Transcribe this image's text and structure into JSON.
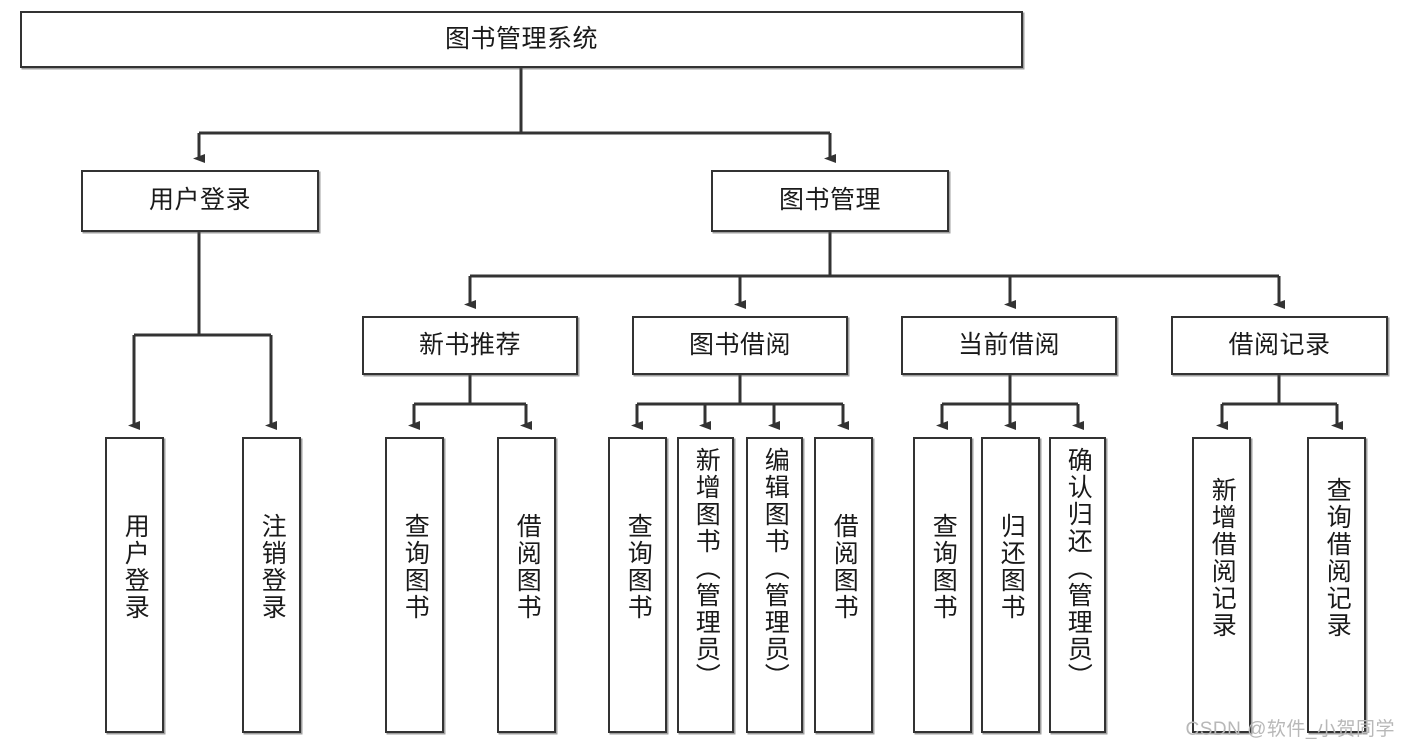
{
  "diagram": {
    "title": "图书管理系统",
    "type": "tree-hierarchy-diagram",
    "colors": {
      "box_border": "#333333",
      "box_fill": "#ffffff",
      "connector": "#333333",
      "background": "#ffffff",
      "watermark": "#b8b8b8"
    },
    "levels": [
      {
        "level": 1,
        "nodes": [
          {
            "id": "root",
            "label": "图书管理系统",
            "orientation": "horizontal"
          }
        ]
      },
      {
        "level": 2,
        "nodes": [
          {
            "id": "user-login",
            "label": "用户登录",
            "orientation": "horizontal"
          },
          {
            "id": "book-manage",
            "label": "图书管理",
            "orientation": "horizontal"
          }
        ]
      },
      {
        "level": 3,
        "nodes": [
          {
            "id": "new-book-rec",
            "label": "新书推荐",
            "orientation": "horizontal"
          },
          {
            "id": "book-borrow",
            "label": "图书借阅",
            "orientation": "horizontal"
          },
          {
            "id": "current-borrow",
            "label": "当前借阅",
            "orientation": "horizontal"
          },
          {
            "id": "borrow-record",
            "label": "借阅记录",
            "orientation": "horizontal"
          }
        ]
      },
      {
        "level": 4,
        "nodes": [
          {
            "id": "leaf-user-login",
            "label": "用户登录",
            "orientation": "vertical",
            "parent": "user-login"
          },
          {
            "id": "leaf-logout",
            "label": "注销登录",
            "orientation": "vertical",
            "parent": "user-login"
          },
          {
            "id": "leaf-query-book-1",
            "label": "查询图书",
            "orientation": "vertical",
            "parent": "new-book-rec"
          },
          {
            "id": "leaf-borrow-book-1",
            "label": "借阅图书",
            "orientation": "vertical",
            "parent": "new-book-rec"
          },
          {
            "id": "leaf-query-book-2",
            "label": "查询图书",
            "orientation": "vertical",
            "parent": "book-borrow"
          },
          {
            "id": "leaf-add-book",
            "label": "新增图书（管理员）",
            "orientation": "vertical",
            "parent": "book-borrow"
          },
          {
            "id": "leaf-edit-book",
            "label": "编辑图书（管理员）",
            "orientation": "vertical",
            "parent": "book-borrow"
          },
          {
            "id": "leaf-borrow-book-2",
            "label": "借阅图书",
            "orientation": "vertical",
            "parent": "book-borrow"
          },
          {
            "id": "leaf-query-book-3",
            "label": "查询图书",
            "orientation": "vertical",
            "parent": "current-borrow"
          },
          {
            "id": "leaf-return-book",
            "label": "归还图书",
            "orientation": "vertical",
            "parent": "current-borrow"
          },
          {
            "id": "leaf-confirm-return",
            "label": "确认归还（管理员）",
            "orientation": "vertical",
            "parent": "current-borrow"
          },
          {
            "id": "leaf-add-record",
            "label": "新增借阅记录",
            "orientation": "vertical",
            "parent": "borrow-record"
          },
          {
            "id": "leaf-query-record",
            "label": "查询借阅记录",
            "orientation": "vertical",
            "parent": "borrow-record"
          }
        ]
      }
    ]
  },
  "watermark": {
    "text": "CSDN @软件_小贺同学"
  }
}
